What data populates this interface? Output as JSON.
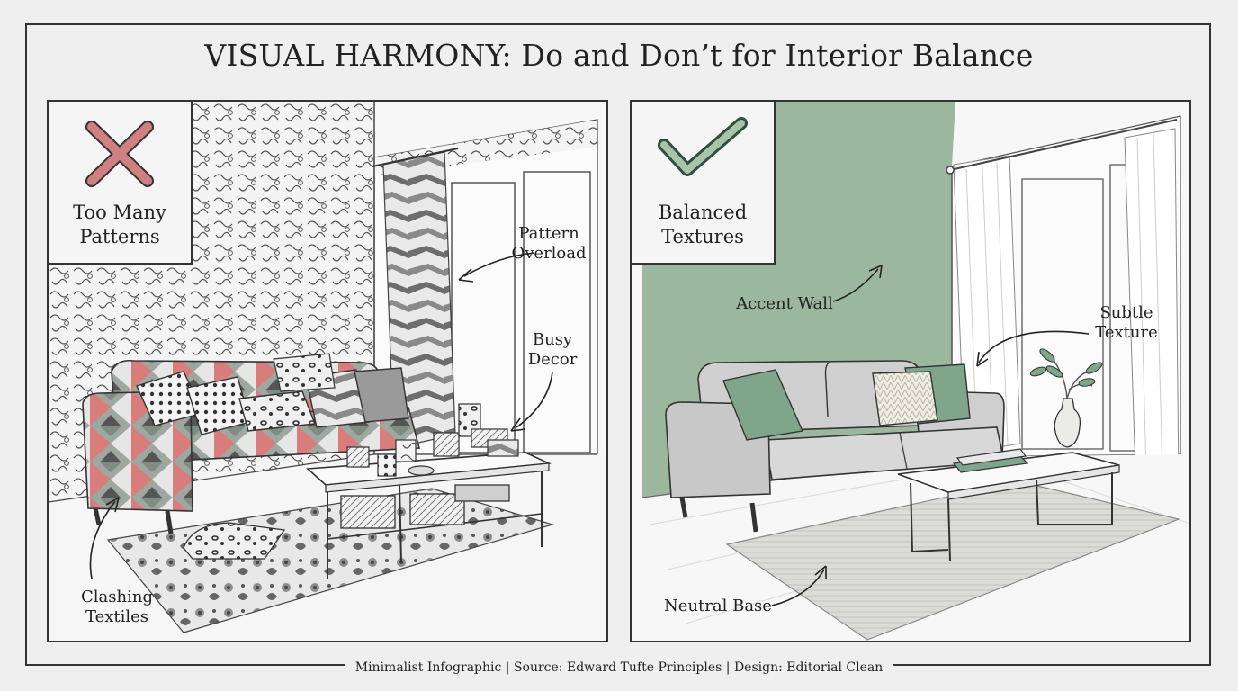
{
  "title": "VISUAL HARMONY: Do and Don’t for Interior Balance",
  "left_panel": {
    "badge_icon": "cross-icon",
    "badge_label": "Too Many\nPatterns",
    "callouts": {
      "pattern_overload": "Pattern\nOverload",
      "busy_decor": "Busy\nDecor",
      "clashing_textiles": "Clashing\nTextiles"
    }
  },
  "right_panel": {
    "badge_icon": "checkmark-icon",
    "badge_label": "Balanced\nTextures",
    "callouts": {
      "accent_wall": "Accent Wall",
      "subtle_texture": "Subtle\nTexture",
      "neutral_base": "Neutral Base"
    }
  },
  "footer": "Minimalist Infographic | Source: Edward Tufte Principles | Design: Editorial Clean",
  "colors": {
    "cross": "#d08080",
    "check_stroke": "#2f4f3f",
    "check_fill": "#a8c4ab",
    "accent_wall": "#9bb79e",
    "sofa_gray": "#cfcfcf",
    "pillow_green": "#7fa58a",
    "pattern_pink": "#d87c7c"
  }
}
